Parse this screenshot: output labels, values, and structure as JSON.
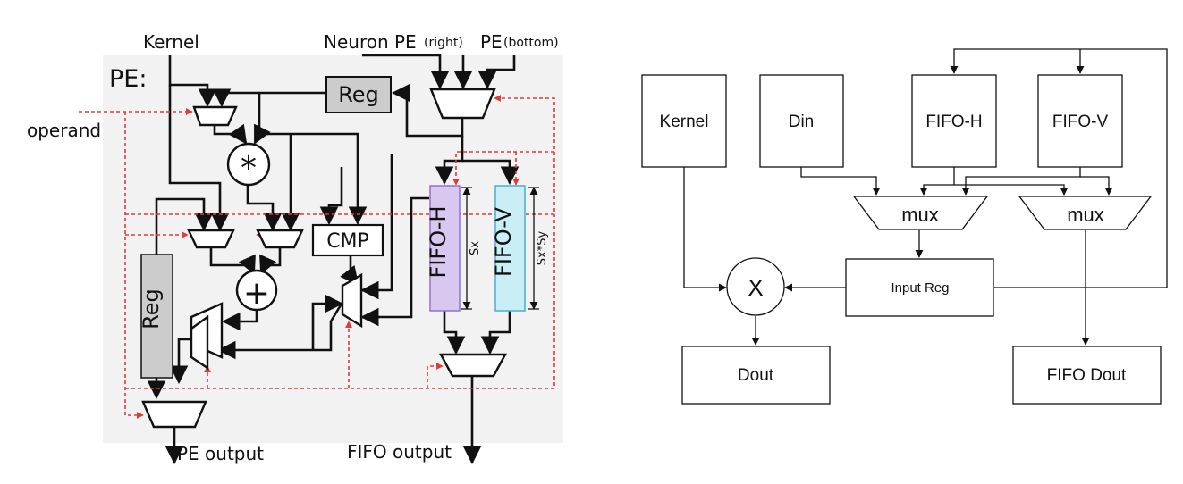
{
  "left": {
    "pe_label": "PE:",
    "kernel_label": "Kernel",
    "neuron_label": "Neuron PE",
    "right_label": "(right)",
    "pe_label2": "PE",
    "bottom_label": "(bottom)",
    "operand_label": "operand",
    "reg_top": "Reg",
    "reg_side": "Reg",
    "multiply_symbol": "*",
    "add_symbol": "+",
    "cmp_label": "CMP",
    "fifo_h_label": "FIFO-H",
    "fifo_v_label": "FIFO-V",
    "sx_label": "Sx",
    "sxsy_label": "Sx*Sy",
    "pe_output_label": "PE output",
    "fifo_output_label": "FIFO output",
    "colors": {
      "panel_bg": "#f2f2f2",
      "reg_fill": "#cccccc",
      "fifo_h_fill": "#d8c8ef",
      "fifo_h_stroke": "#9370c8",
      "fifo_v_fill": "#c9eef6",
      "fifo_v_stroke": "#4aaed0",
      "control": "#e03a3a"
    }
  },
  "right": {
    "kernel_label": "Kernel",
    "din_label": "Din",
    "fifo_h_label": "FIFO-H",
    "fifo_v_label": "FIFO-V",
    "mux_left_label": "mux",
    "mux_right_label": "mux",
    "input_reg_label": "Input Reg",
    "multiply_label": "X",
    "dout_label": "Dout",
    "fifo_dout_label": "FIFO Dout"
  }
}
